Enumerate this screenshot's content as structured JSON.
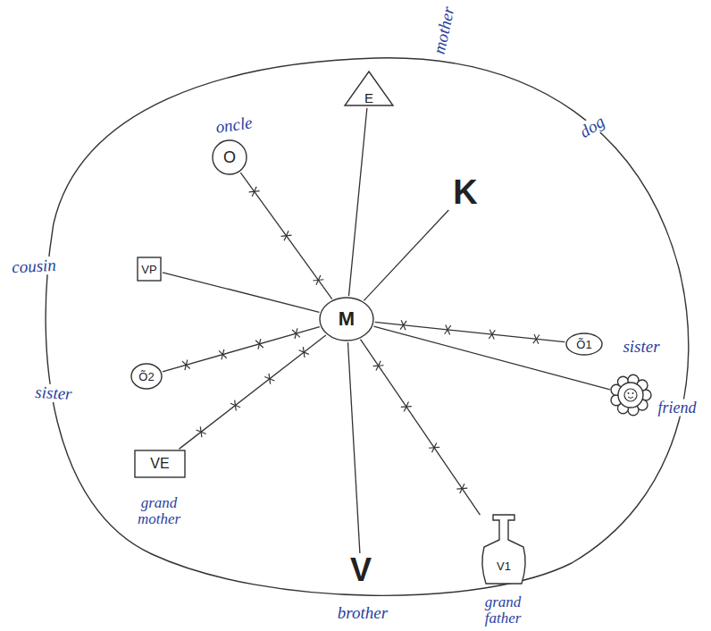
{
  "diagram": {
    "nodes": [
      {
        "text": [
          "O",
          "oncle"
        ]
      },
      {
        "text": [
          "E",
          "mother"
        ]
      },
      {
        "text": [
          "K",
          "dog"
        ]
      },
      {
        "text": [
          "VP",
          "cousin"
        ]
      },
      {
        "text": [
          "M"
        ]
      },
      {
        "text": [
          "Õ1",
          "sister"
        ]
      },
      {
        "text": [
          "Õ2",
          "sister"
        ]
      },
      {
        "text": [
          "friend"
        ]
      },
      {
        "text": [
          "VE",
          "grand mother"
        ]
      },
      {
        "text": [
          "V",
          "brother"
        ]
      },
      {
        "text": [
          "V1",
          "grand father"
        ]
      }
    ],
    "edges": [
      {
        "from": 4,
        "to": 0,
        "arrow": "none"
      },
      {
        "from": 4,
        "to": 1,
        "arrow": "none"
      },
      {
        "from": 4,
        "to": 2,
        "arrow": "none"
      },
      {
        "from": 4,
        "to": 3,
        "arrow": "none"
      },
      {
        "from": 4,
        "to": 5,
        "arrow": "none"
      },
      {
        "from": 4,
        "to": 6,
        "arrow": "none"
      },
      {
        "from": 4,
        "to": 7,
        "arrow": "none"
      },
      {
        "from": 4,
        "to": 8,
        "arrow": "none"
      },
      {
        "from": 4,
        "to": 9,
        "arrow": "none"
      },
      {
        "from": 4,
        "to": 10,
        "arrow": "none"
      }
    ]
  }
}
